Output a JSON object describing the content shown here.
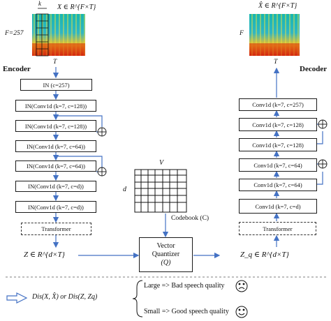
{
  "encoder": {
    "title": "Encoder",
    "input_top_label": "k",
    "input_formula": "X ∈ R^{F×T}",
    "f_label": "F=257",
    "t_label": "T",
    "blocks": [
      "IN (c=257)",
      "IN(Conv1d (k=7, c=128))",
      "IN(Conv1d (k=7, c=128))",
      "IN(Conv1d (k=7, c=64))",
      "IN(Conv1d (k=7, c=64))",
      "IN(Conv1d (k=7, c=d))",
      "IN(Conv1d (k=7, c=d))"
    ],
    "transformer": "Transformer",
    "output_formula": "Z ∈ R^{d×T}"
  },
  "decoder": {
    "title": "Decoder",
    "output_formula": "X̂ ∈ R^{F×T}",
    "f_label": "F",
    "t_label": "T",
    "blocks": [
      "Conv1d (k=7, c=257)",
      "Conv1d (k=7, c=128)",
      "Conv1d (k=7, c=128)",
      "Conv1d (k=7, c=64)",
      "Conv1d (k=7, c=64)",
      "Conv1d (k=7, c=d)"
    ],
    "transformer": "Transformer",
    "input_formula": "Z_q ∈ R^{d×T}"
  },
  "codebook": {
    "v_label": "V",
    "d_label": "d",
    "label": "Codebook (C)"
  },
  "quantizer": {
    "line1": "Vector",
    "line2": "Quantizer",
    "line3": "(Q)"
  },
  "legend": {
    "dis_label": "Dis(X, X̂)  or  Dis(Z, Zq)",
    "large": "Large => Bad speech quality",
    "small": "Small => Good speech quality"
  },
  "colors": {
    "arrow": "#4472c4",
    "line": "#1a1a1a"
  }
}
